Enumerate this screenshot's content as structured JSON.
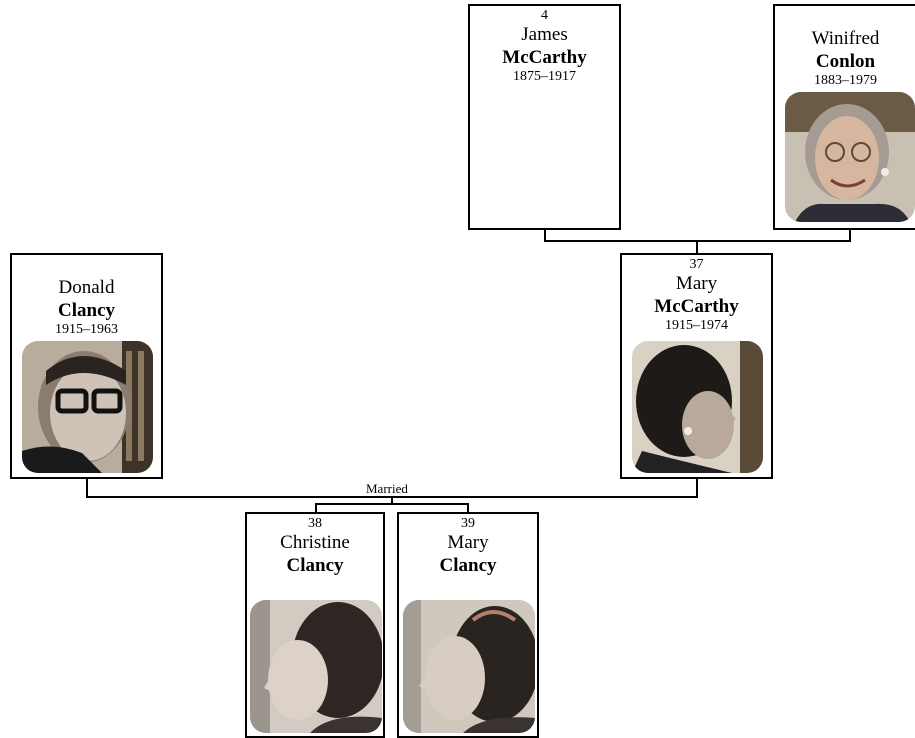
{
  "people": {
    "james": {
      "number": "4",
      "given": "James",
      "surname": "McCarthy",
      "dates": "1875–1917"
    },
    "winifred": {
      "number": "",
      "given": "Winifred",
      "surname": "Conlon",
      "dates": "1883–1979",
      "photo_icon": "portrait-elderly-woman"
    },
    "donald": {
      "number": "",
      "given": "Donald",
      "surname": "Clancy",
      "dates": "1915–1963",
      "photo_icon": "portrait-man-glasses"
    },
    "mary_mc": {
      "number": "37",
      "given": "Mary",
      "surname": "McCarthy",
      "dates": "1915–1974",
      "photo_icon": "portrait-woman-profile"
    },
    "christine": {
      "number": "38",
      "given": "Christine",
      "surname": "Clancy",
      "dates": "",
      "photo_icon": "portrait-girl-profile"
    },
    "mary_cl": {
      "number": "39",
      "given": "Mary",
      "surname": "Clancy",
      "dates": "",
      "photo_icon": "portrait-girl-profile"
    }
  },
  "relationship_label": "Married",
  "colors": {
    "border": "#000000",
    "background": "#ffffff"
  }
}
